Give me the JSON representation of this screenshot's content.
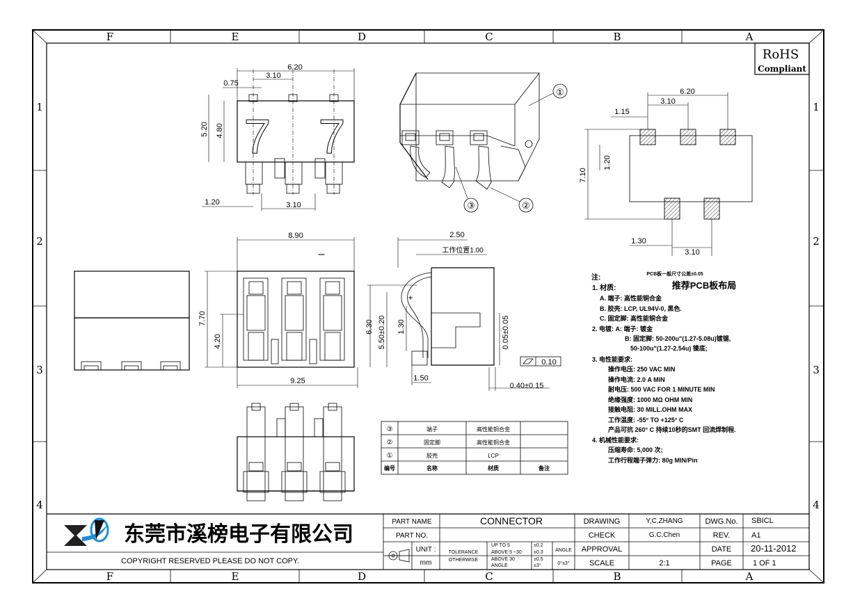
{
  "zones": {
    "columns": [
      "F",
      "E",
      "D",
      "C",
      "B",
      "A"
    ],
    "rows": [
      "1",
      "2",
      "3",
      "4"
    ]
  },
  "rohs": {
    "line1": "RoHS",
    "line2": "Compliant"
  },
  "top_view": {
    "dims": {
      "d620": "6.20",
      "d310": "3.10",
      "d075": "0.75",
      "d520": "5.20",
      "d480": "4.80",
      "d120": "1.20",
      "d310b": "3.10"
    },
    "mark": "7"
  },
  "iso_view": {
    "callouts": [
      "①",
      "②",
      "③"
    ]
  },
  "pcb_layout": {
    "dims": {
      "d620": "6.20",
      "d310": "3.10",
      "d115": "1.15",
      "d120": "1.20",
      "d710": "7.10",
      "d130": "1.30",
      "d310b": "3.10"
    }
  },
  "front_view": {
    "dims": {
      "d890": "8.90",
      "d770": "7.70",
      "d420": "4.20",
      "d925": "9.25"
    },
    "minus": "–"
  },
  "side_view": {
    "dims": {
      "d250": "2.50",
      "work_pos": "工作位置1.00",
      "d630": "6.30",
      "d550": "5.50±0.20",
      "d130": "1.30",
      "d005": "0.05±0.05",
      "d010": "0.10",
      "d150": "1.50",
      "d040": "0.40±0.15"
    },
    "plus": "+"
  },
  "notes": {
    "pcb_tol": "PCB板一般尺寸公差±0.05",
    "heading": "注:",
    "pcb_title": "推荐PCB板布局",
    "lines": [
      "1. 材质:",
      "A. 端子: 高性能铜合金",
      "B. 胶壳: LCP, UL94V-0, 黑色.",
      "C. 固定脚: 高性能铜合金",
      "2. 电镀: A: 端子: 镀金",
      "B: 固定脚: 50-200u\"(1.27-5.08u)镀锡,",
      "50-100u\"(1.27-2.54u) 镍底;",
      "3. 电性能要求:",
      "操作电压: 250 VAC MIN",
      "操作电流: 2.0 A MIN",
      "耐电压: 500 VAC FOR 1 MINUTE MIN",
      "绝缘强度: 1000 MΩ OHM MIN",
      "接触电阻: 30 MILL.OHM MAX",
      "工作温度: -55° TO +125° C",
      "产品可抗 260° C 持续10秒的SMT 回流焊制程.",
      "4. 机械性能要求:",
      "压缩寿命: 5,000 次;",
      "工作行程端子弹力: 80g MIN/Pin"
    ]
  },
  "bom": {
    "rows": [
      {
        "no": "③",
        "name": "端子",
        "material": "高性能铜合金",
        "remark": ""
      },
      {
        "no": "②",
        "name": "固定脚",
        "material": "高性能铜合金",
        "remark": ""
      },
      {
        "no": "①",
        "name": "胶壳",
        "material": "LCP",
        "remark": ""
      },
      {
        "no": "编号",
        "name": "名称",
        "material": "材质",
        "remark": "备注"
      }
    ]
  },
  "title_block": {
    "company": "东莞市溪榜电子有限公司",
    "copyright": "COPYRIGHT RESERVED PLEASE DO NOT COPY.",
    "part_name_label": "PART NAME",
    "part_name": "CONNECTOR",
    "part_no_label": "PART NO.",
    "part_no": "",
    "unit_label": "UNIT :",
    "unit": "mm",
    "tolerance": "TOLERANCE",
    "otherwise": "OTHERWISE",
    "tol_rows": [
      {
        "range": "UP TO 5",
        "val": "±0.2"
      },
      {
        "range": "ABOVE 5 ~30",
        "val": "±0.3"
      },
      {
        "range": "ABOVE 30",
        "val": "±0.5"
      },
      {
        "range": "ANGLE",
        "val": "±3°"
      }
    ],
    "angle_label": "ANGLE",
    "angle_val": "0°±3°",
    "drawing_label": "DRAWING",
    "drawing": "Y,C,ZHANG",
    "check_label": "CHECK",
    "check": "G.C.Chen",
    "approval_label": "APPROVAL",
    "approval": "",
    "scale_label": "SCALE",
    "scale": "2:1",
    "dwgno_label": "DWG.No.",
    "dwgno": "SBICL",
    "rev_label": "REV.",
    "rev": "A1",
    "date_label": "DATE",
    "date": "20-11-2012",
    "page_label": "PAGE",
    "page": "1 OF 1"
  }
}
